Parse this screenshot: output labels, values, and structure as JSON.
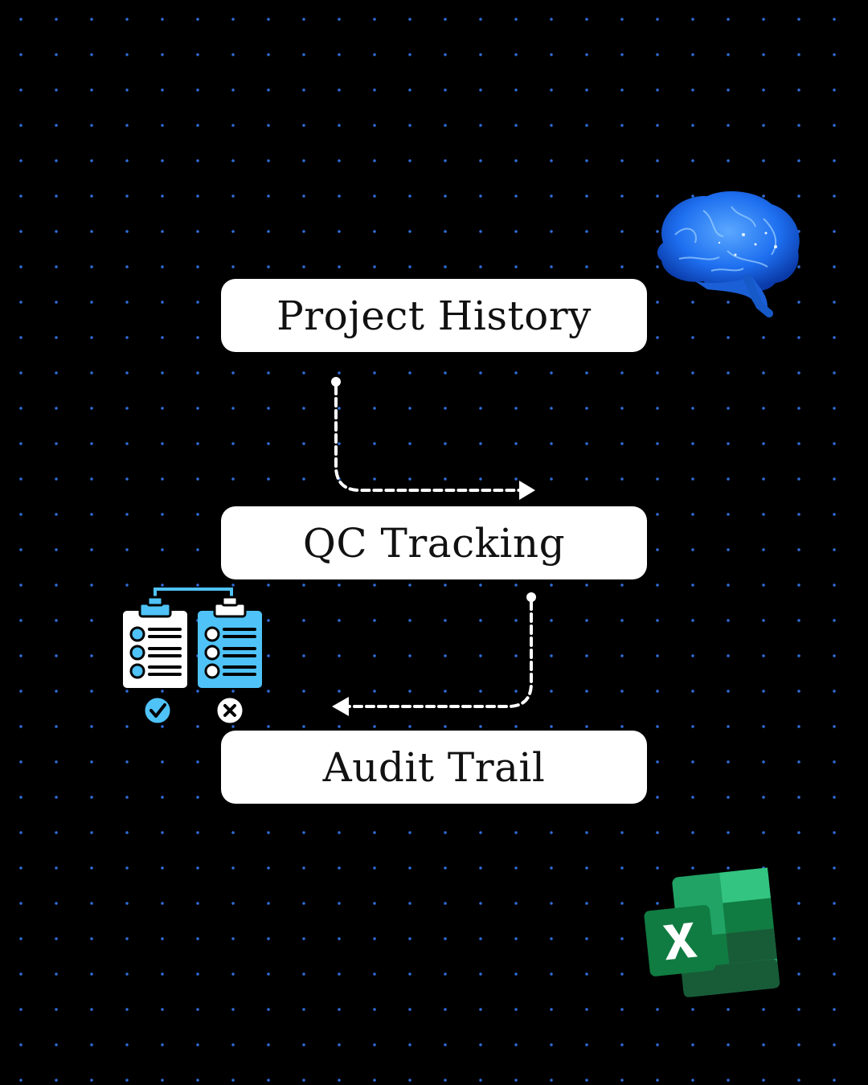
{
  "diagram": {
    "nodes": [
      {
        "id": "project-history",
        "label": "Project History"
      },
      {
        "id": "qc-tracking",
        "label": "QC Tracking"
      },
      {
        "id": "audit-trail",
        "label": "Audit Trail"
      }
    ],
    "edges": [
      {
        "from": "project-history",
        "to": "qc-tracking",
        "style": "dashed"
      },
      {
        "from": "qc-tracking",
        "to": "audit-trail",
        "style": "dashed"
      }
    ]
  },
  "icons": {
    "brain": "brain-icon",
    "checklist": "checklist-approval-icon",
    "spreadsheet": "excel-icon"
  },
  "colors": {
    "background": "#000000",
    "dot_grid": "#2f6bd6",
    "node_fill": "#ffffff",
    "node_text": "#111111",
    "connector": "#ffffff",
    "brain": "#1e7bff",
    "checklist_accent": "#4fc3f7",
    "excel_green": "#107c41"
  }
}
